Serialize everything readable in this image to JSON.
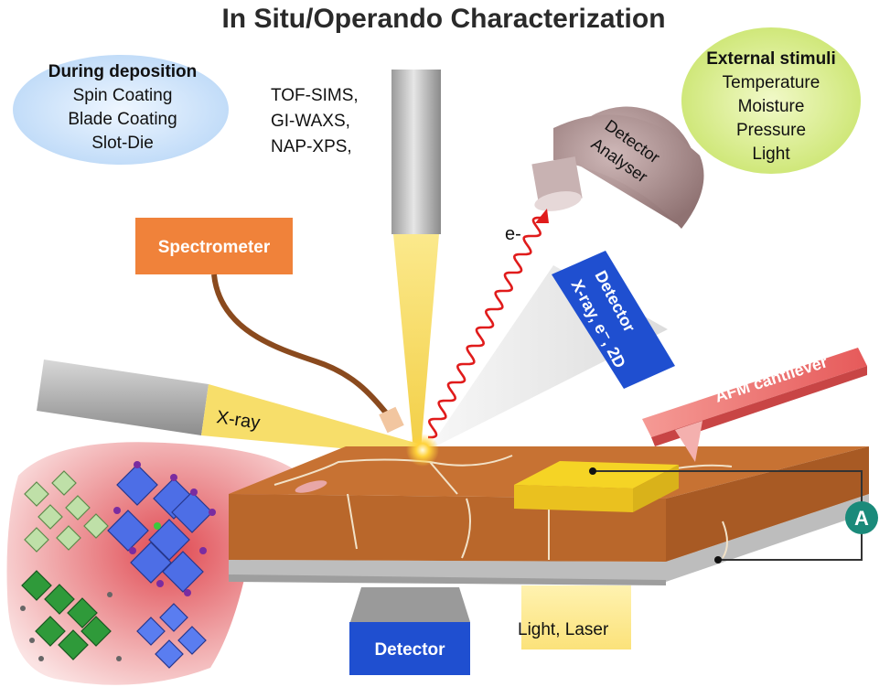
{
  "title": "In Situ/Operando Characterization",
  "deposition": {
    "heading": "During deposition",
    "items": [
      "Spin Coating",
      "Blade Coating",
      "Slot-Die"
    ]
  },
  "techniques": [
    "TOF-SIMS,",
    "GI-WAXS,",
    "NAP-XPS,"
  ],
  "external_stimuli": {
    "heading": "External stimuli",
    "items": [
      "Temperature",
      "Moisture",
      "Pressure",
      "Light"
    ]
  },
  "detector_analyser": [
    "Detector",
    "Analyser"
  ],
  "electron_label": "e-",
  "spectrometer_label": "Spectrometer",
  "detector_xray": [
    "Detector",
    "X-ray, e⁻, 2D"
  ],
  "xray_label": "X-ray",
  "afm_label": "AFM cantilever",
  "ammeter_label": "A",
  "bottom_detector_label": "Detector",
  "light_laser_label": "Light, Laser",
  "colors": {
    "deposition_bubble": "#cfe4f9",
    "stimuli_bubble": "#d9ee8a",
    "spectrometer": "#f0823a",
    "detector_blue": "#1f4fd0",
    "film": "#c06a2e",
    "beam": "#f7de6a",
    "afm": "#ee6f6f",
    "ammeter": "#1a8a7a",
    "analyser": "#a98d8d",
    "electron_wave": "#e01b1b"
  }
}
